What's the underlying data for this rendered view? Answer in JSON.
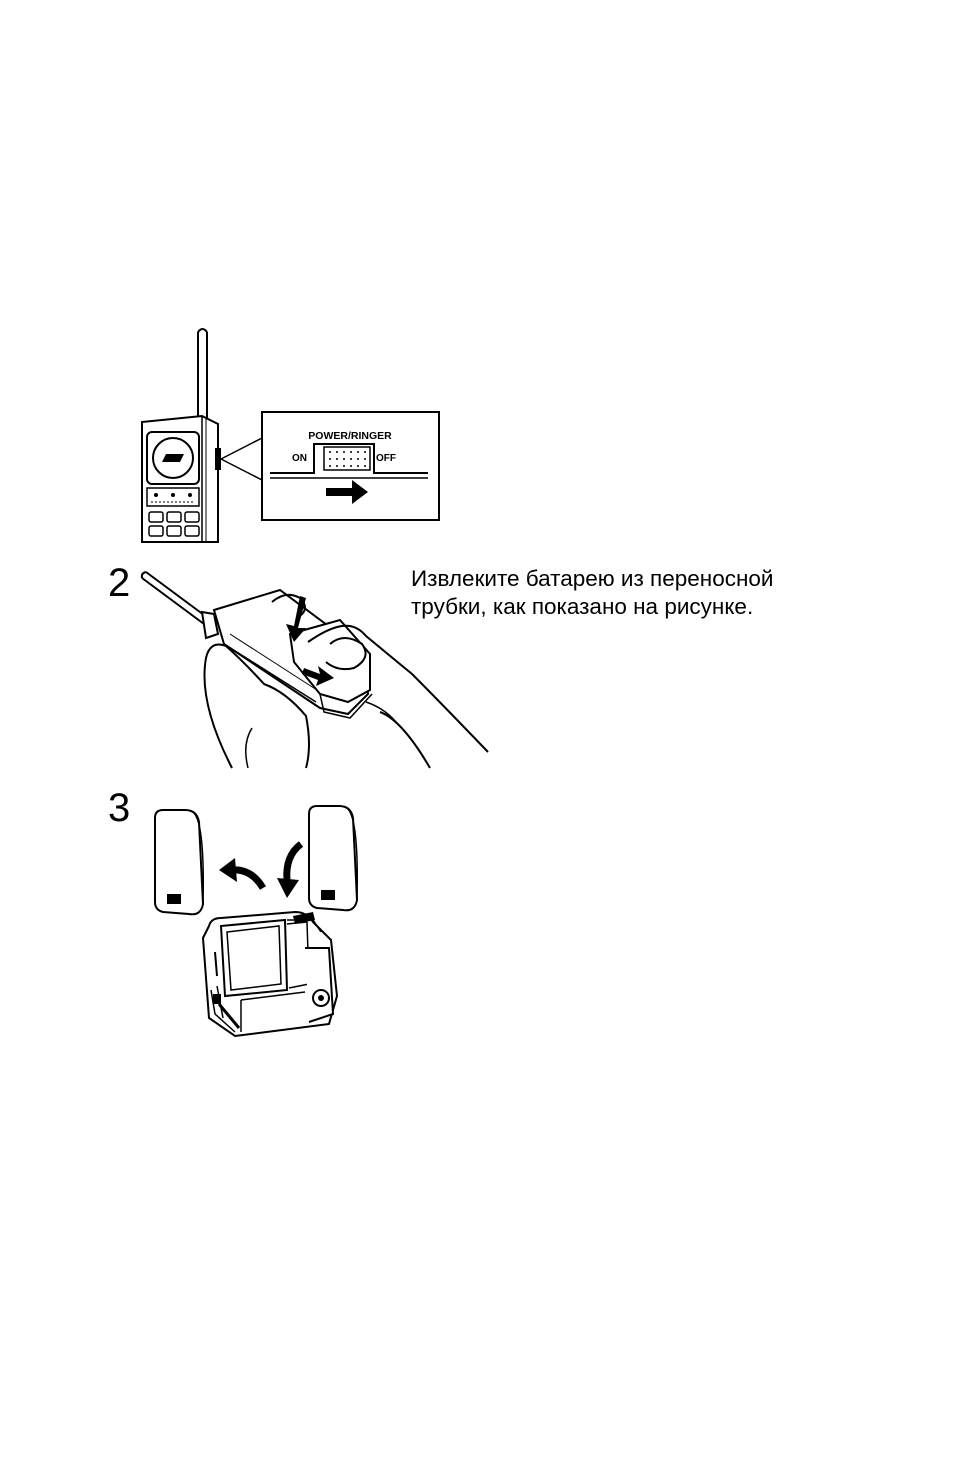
{
  "step1": {
    "switch_title": "POWER/RINGER",
    "on_label": "ON",
    "off_label": "OFF"
  },
  "step2": {
    "number": "2",
    "caption_line1": "Извлеките батарею из переносной",
    "caption_line2": "трубки, как показано на рисунке."
  },
  "step3": {
    "number": "3"
  }
}
